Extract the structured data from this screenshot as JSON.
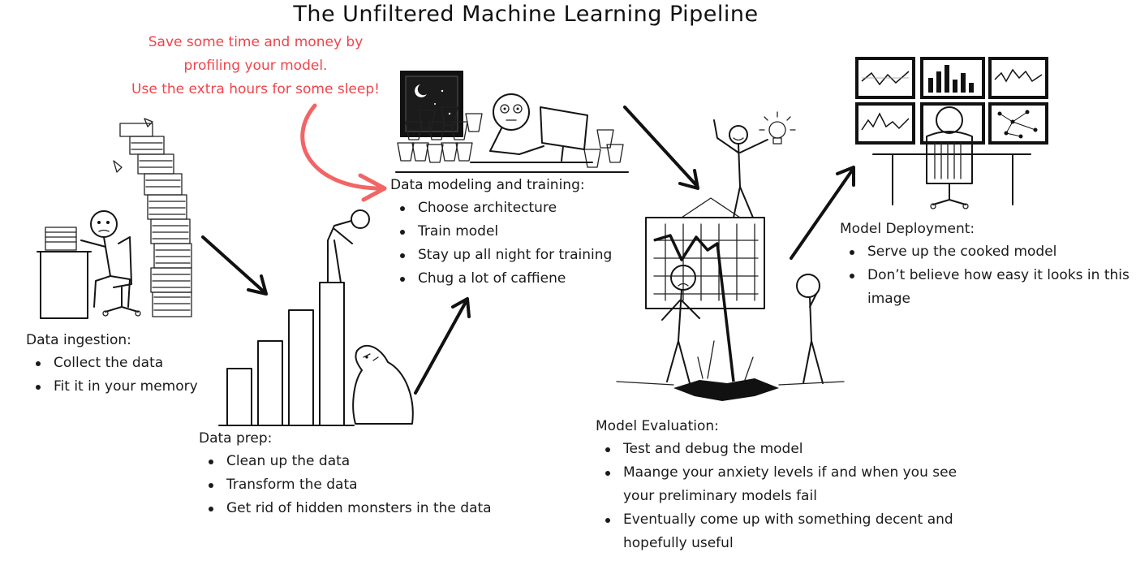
{
  "title": "The Unfiltered Machine Learning Pipeline",
  "note": {
    "lines": [
      "Save some time and money by",
      "profiling your model.",
      "Use the extra hours for some sleep!"
    ],
    "color": "#f0444a"
  },
  "stages": {
    "ingestion": {
      "heading": "Data ingestion:",
      "items": [
        "Collect the data",
        "Fit it in your memory"
      ]
    },
    "prep": {
      "heading": "Data prep:",
      "items": [
        "Clean up the data",
        "Transform the data",
        "Get rid of hidden monsters in the data"
      ]
    },
    "modeling": {
      "heading": "Data modeling and training:",
      "items": [
        "Choose architecture",
        "Train model",
        "Stay up all night for training",
        "Chug a lot of caffiene"
      ]
    },
    "evaluation": {
      "heading": "Model Evaluation:",
      "items": [
        "Test and debug the model",
        "Maange your anxiety levels if and when you see",
        "your preliminary models fail",
        "Eventually come up with something decent and",
        "hopefully useful"
      ]
    },
    "deployment": {
      "heading": "Model Deployment:",
      "items": [
        "Serve up the cooked model",
        "Don’t believe how easy it looks in this",
        "image"
      ]
    }
  },
  "illustrations": [
    "stressed-worker-paper-stack-illustration",
    "bar-steps-with-bear-illustration",
    "night-coding-coffee-cups-illustration",
    "falling-chart-evaluation-illustration",
    "monitor-wall-deployment-illustration"
  ]
}
